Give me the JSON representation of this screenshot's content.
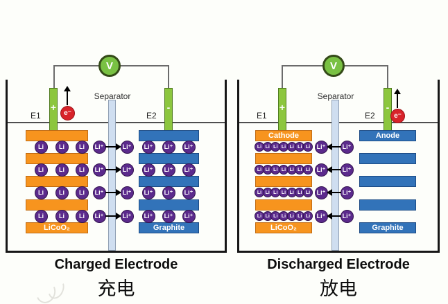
{
  "colors": {
    "cathode_orange": "#f7941e",
    "cathode_border": "#c06a12",
    "anode_blue": "#3273b9",
    "anode_border": "#1c4b85",
    "electrode_green": "#8cc63e",
    "voltmeter_green": "#79c143",
    "ion_purple": "#5b2a8c",
    "electron_red": "#d8232a",
    "separator_blue": "#cfdef0"
  },
  "panels": [
    {
      "title": "Charged Electrode",
      "subtitle": "充电",
      "voltmeter_label": "V",
      "separator_label": "Separator",
      "left_terminal": {
        "label": "E1",
        "sign": "+"
      },
      "right_terminal": {
        "label": "E2",
        "sign": "-"
      },
      "electron": {
        "label": "e⁻",
        "side": "left"
      },
      "cathode": {
        "top_label": "",
        "bottom_label": "LiCoO₂",
        "ion_label": "Li",
        "ions_per_row": 3,
        "rows": 4,
        "plates": 5
      },
      "anode": {
        "top_label": "",
        "bottom_label": "Graphite",
        "ion_label": "Li⁺",
        "ions_per_row": 3,
        "rows": 4,
        "plates": 5
      },
      "transfer": {
        "left_ion": "Li⁺",
        "right_ion": "Li⁺",
        "direction": "right",
        "rows": 4
      }
    },
    {
      "title": "Discharged Electrode",
      "subtitle": "放电",
      "voltmeter_label": "V",
      "separator_label": "Separator",
      "left_terminal": {
        "label": "E1",
        "sign": "+"
      },
      "right_terminal": {
        "label": "E2",
        "sign": "-"
      },
      "electron": {
        "label": "e⁻",
        "side": "right"
      },
      "cathode": {
        "top_label": "Cathode",
        "bottom_label": "LiCoO₂",
        "ion_label": "Li",
        "ions_per_row": 7,
        "rows": 4,
        "plates": 5
      },
      "anode": {
        "top_label": "Anode",
        "bottom_label": "Graphite",
        "ion_label": "",
        "ions_per_row": 0,
        "rows": 4,
        "plates": 5
      },
      "transfer": {
        "left_ion": "Li⁺",
        "right_ion": "Li⁺",
        "direction": "left",
        "rows": 4
      }
    }
  ]
}
